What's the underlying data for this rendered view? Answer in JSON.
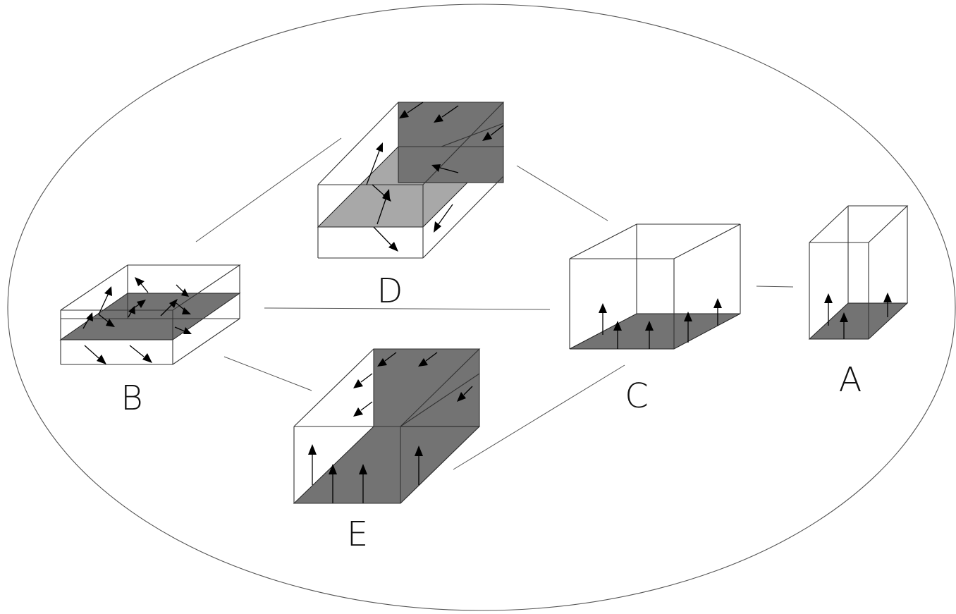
{
  "diagram": {
    "labels": {
      "a": "A",
      "b": "B",
      "c": "C",
      "d": "D",
      "e": "E"
    },
    "colors": {
      "dark_face": "#737373",
      "light_face": "#a8a8a8",
      "line": "#333333"
    }
  }
}
